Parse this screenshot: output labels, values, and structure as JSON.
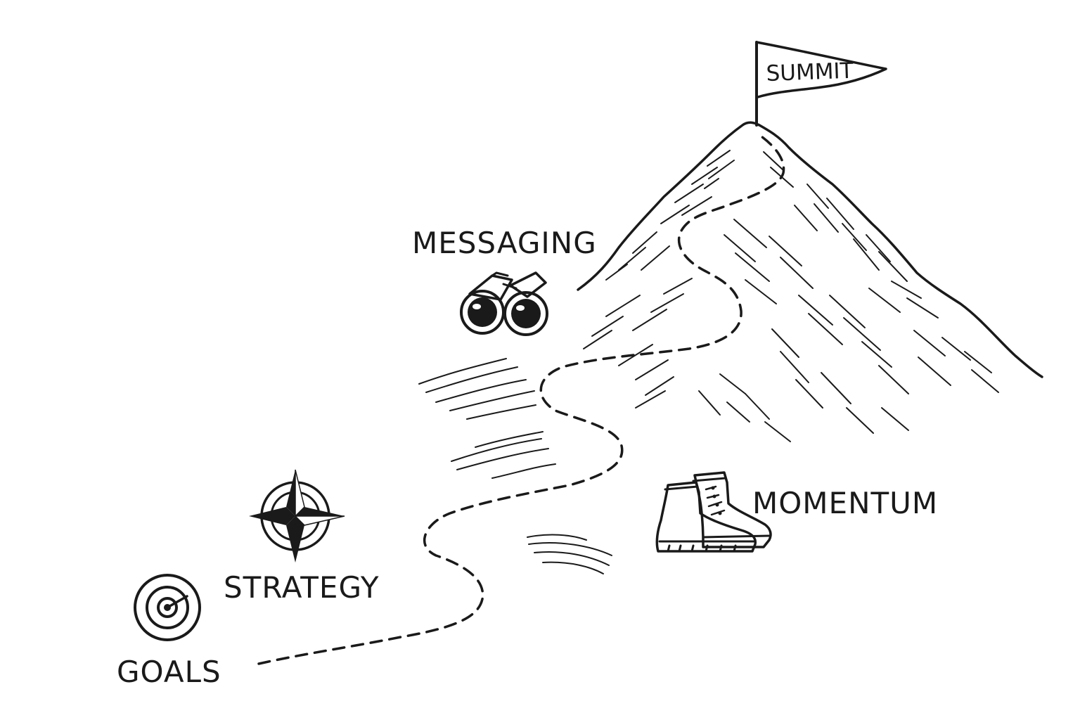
{
  "milestones": {
    "summit": "SUMMIT",
    "messaging": "MESSAGING",
    "momentum": "MOMENTUM",
    "strategy": "STRATEGY",
    "goals": "GOALS"
  },
  "icons": {
    "goals": "target-icon",
    "strategy": "compass-icon",
    "messaging": "binoculars-icon",
    "momentum": "hiking-boots-icon",
    "summit": "flag-icon"
  },
  "colors": {
    "ink": "#1a1a1a",
    "background": "#ffffff"
  }
}
